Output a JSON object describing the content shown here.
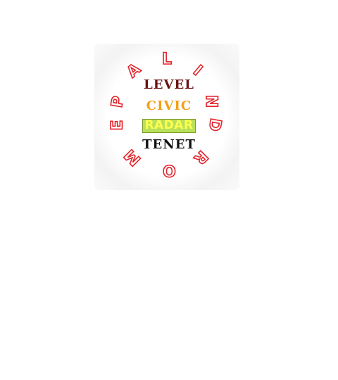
{
  "ring": {
    "letters": [
      "L",
      "I",
      "N",
      "D",
      "R",
      "O",
      "M",
      "E",
      "P",
      "A"
    ],
    "color": "#e3242b"
  },
  "words": {
    "level": "LEVEL",
    "civic": "CIVIC",
    "radar": "RADAR",
    "tenet": "TENET"
  },
  "colors": {
    "level": "#6b1212",
    "civic": "#f2a015",
    "radar_text": "#ffff4d",
    "radar_highlight": "#b9e05a",
    "tenet": "#111111"
  }
}
